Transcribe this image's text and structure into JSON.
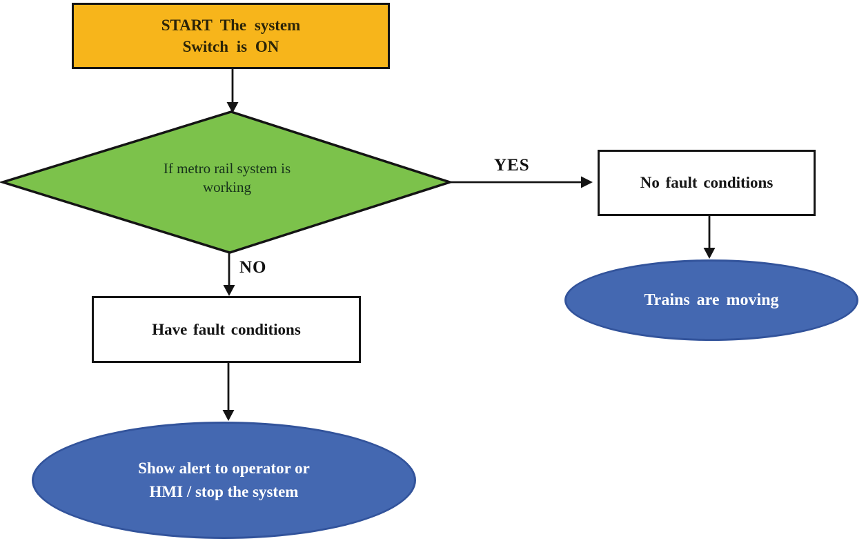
{
  "flowchart": {
    "start": {
      "line1": "START The system",
      "line2": "Switch is ON"
    },
    "decision": {
      "line1": "If metro rail system is",
      "line2": "working"
    },
    "branch_yes": {
      "label": "YES"
    },
    "branch_no": {
      "label": "NO"
    },
    "no_fault": {
      "label": "No fault conditions"
    },
    "trains_moving": {
      "label": "Trains are moving"
    },
    "have_fault": {
      "label": "Have fault conditions"
    },
    "alert": {
      "line1": "Show alert to operator or",
      "line2": "HMI / stop the system"
    }
  },
  "colors": {
    "background": "#FFFFFF",
    "start_fill": "#F7B51B",
    "decision_fill": "#7CC24B",
    "terminal_fill": "#4468B1",
    "terminal_border": "#32539B",
    "process_fill": "#FFFFFF",
    "outline": "#141414",
    "terminal_text": "#FFFFFF"
  }
}
